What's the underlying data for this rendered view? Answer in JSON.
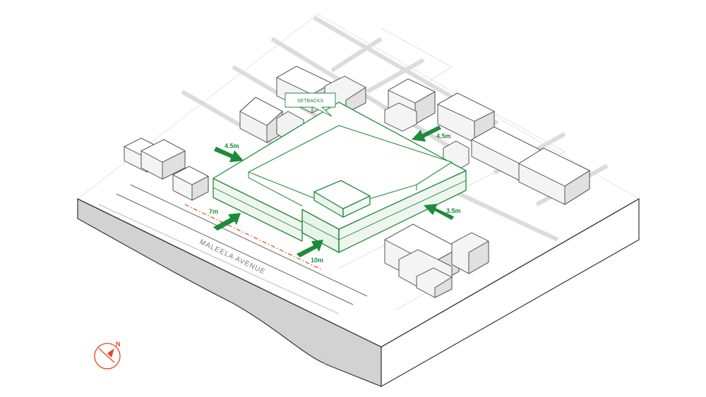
{
  "callout": {
    "label": "SETBACKS"
  },
  "street": {
    "name": "MALEELA AVENUE"
  },
  "north": {
    "label": "N"
  },
  "setbacks": [
    {
      "id": "north-west",
      "value": "4.5m"
    },
    {
      "id": "north-east",
      "value": "4.5m"
    },
    {
      "id": "south-west",
      "value": "7m"
    },
    {
      "id": "south-east",
      "value": "3.5m"
    },
    {
      "id": "front",
      "value": "10m"
    }
  ],
  "colors": {
    "accent": "#1e8b3a",
    "north": "#e2461b",
    "line": "#555555"
  }
}
